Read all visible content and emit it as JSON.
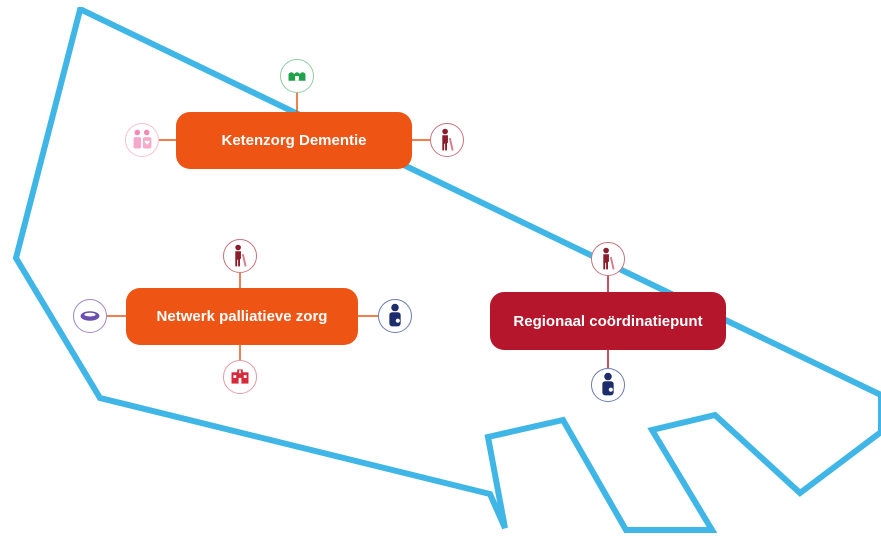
{
  "nodes": {
    "ketenzorg": {
      "label": "Ketenzorg Dementie"
    },
    "netwerk": {
      "label": "Netwerk palliatieve zorg"
    },
    "regionaal": {
      "label": "Regionaal coördinatiepunt"
    }
  },
  "icons": {
    "ketenzorg": [
      "nursing-home-icon",
      "family-icon",
      "elderly-person-icon"
    ],
    "netwerk": [
      "elderly-person-icon",
      "teacup-icon",
      "doctor-icon",
      "hospital-icon"
    ],
    "regionaal": [
      "elderly-person-icon",
      "doctor-icon"
    ]
  },
  "colors": {
    "outline": "#3fb6e6",
    "orange_box": "#ee5413",
    "red_box": "#b5162b",
    "connector": "#ee5413"
  }
}
